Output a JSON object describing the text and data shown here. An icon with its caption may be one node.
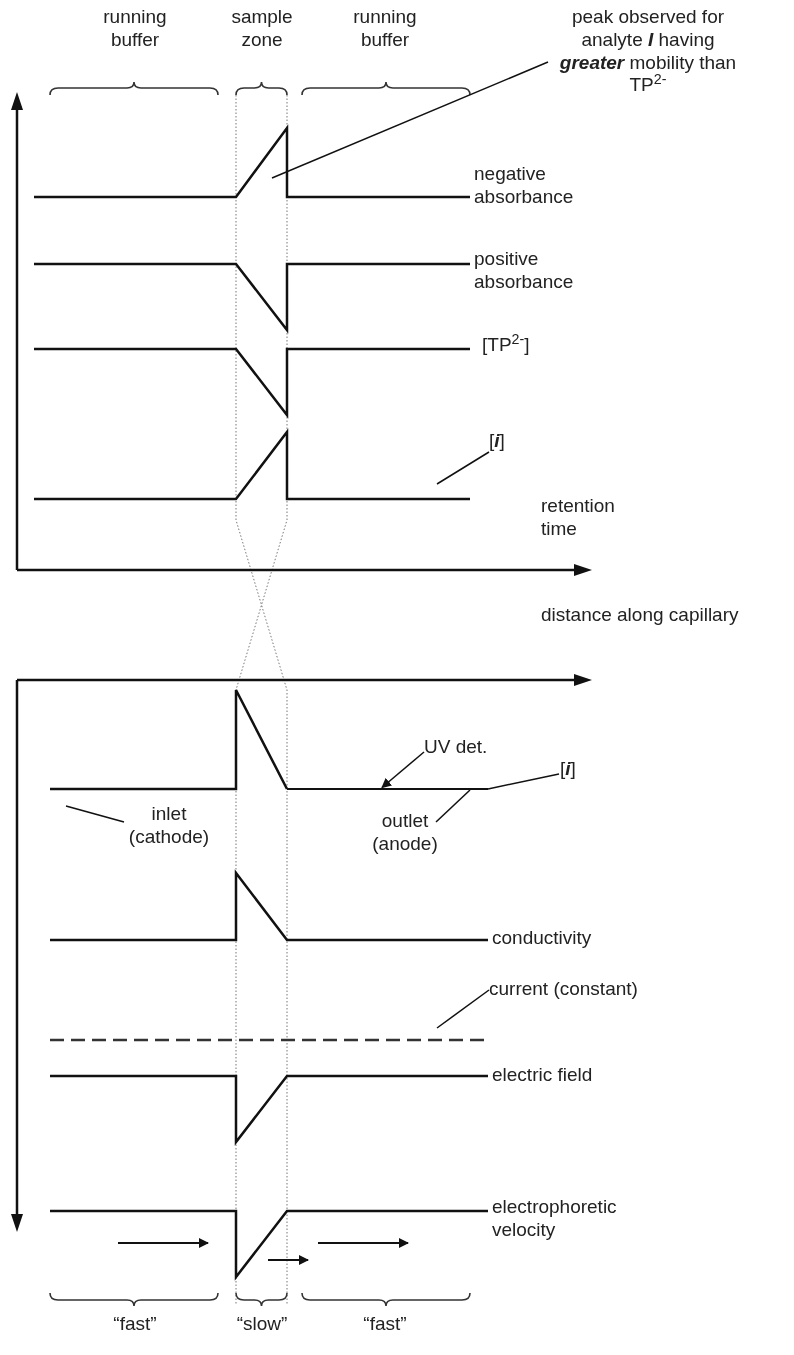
{
  "diagram": {
    "nodes": [
      {
        "text": [
          "peak observed for analyte *I* having *greater* mobility than TP$^{2-}$"
        ]
      },
      {
        "text": [
          "[*i*]"
        ]
      },
      {
        "text": [
          "UV det."
        ]
      },
      {
        "text": [
          "[*i*]"
        ]
      },
      {
        "text": [
          "inlet (cathode)"
        ]
      },
      {
        "text": [
          "outlet (anode)"
        ]
      },
      {
        "text": [
          "current (constant)"
        ]
      },
      {
        "text": [],
        "shape": "bar"
      }
    ],
    "edges": [
      {
        "from": 0,
        "to": null,
        "arrow": "none"
      },
      {
        "from": 1,
        "to": null,
        "arrow": "none"
      },
      {
        "from": 2,
        "to": 7,
        "arrow": "to"
      },
      {
        "from": 3,
        "to": 7,
        "arrow": "none"
      },
      {
        "from": 4,
        "to": null,
        "arrow": "none"
      },
      {
        "from": 5,
        "to": 7,
        "arrow": "none"
      },
      {
        "from": 6,
        "to": null,
        "arrow": "none"
      }
    ],
    "labels": [
      "running buffer",
      "sample zone",
      "running buffer",
      "negative absorbance",
      "positive absorbance",
      "[TP$^{2-}$]",
      "retention time",
      "distance along capillary",
      "conductivity",
      "electric field",
      "electrophoretic velocity",
      "“fast”",
      "“slow”",
      "“fast”"
    ]
  }
}
